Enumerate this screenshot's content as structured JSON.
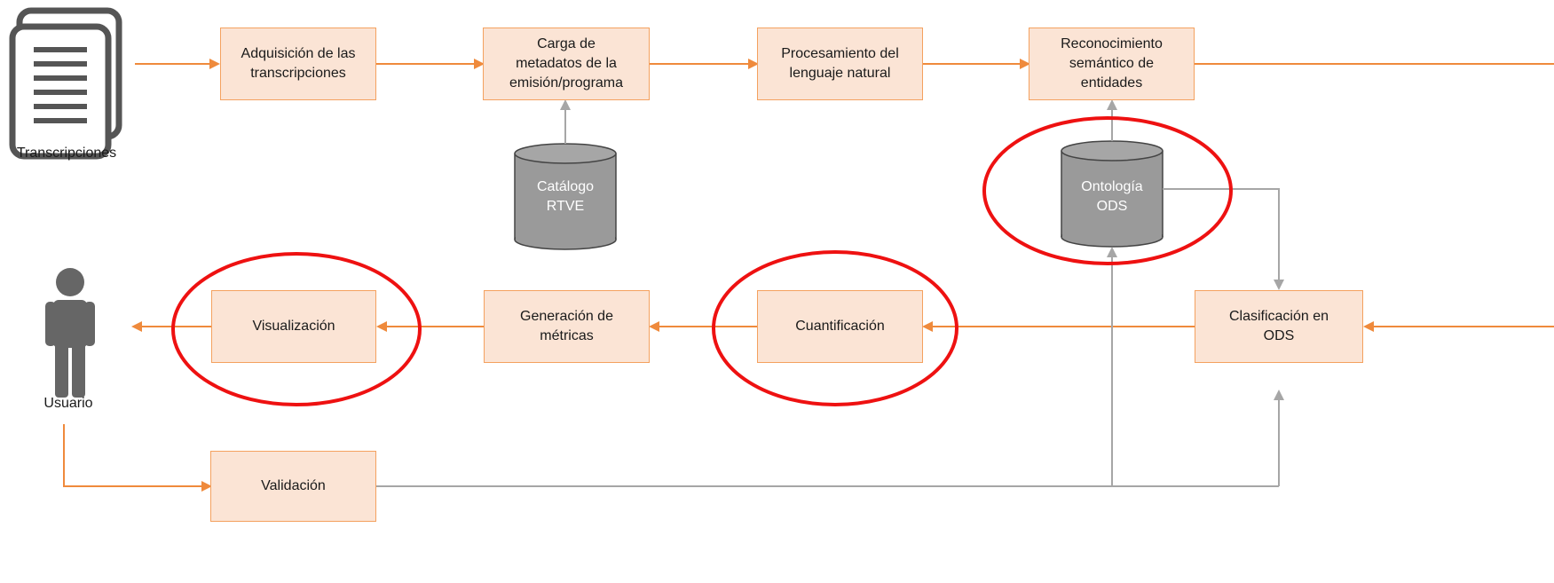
{
  "colors": {
    "box_fill": "#fbe4d5",
    "box_border": "#f4a15f",
    "flow_arrow": "#ef8a3c",
    "data_arrow": "#a6a6a6",
    "database_fill": "#9a9a9a",
    "highlight_ellipse": "#ee1111"
  },
  "icons": {
    "transcriptions": "documents-icon",
    "user": "person-icon",
    "databases": "database-cylinder-icon"
  },
  "actors": {
    "transcripciones": "Transcripciones",
    "usuario": "Usuario"
  },
  "steps": {
    "adquisicion": "Adquisición de las\ntranscripciones",
    "carga": "Carga de\nmetadatos de la\nemisión/programa",
    "procesamiento": "Procesamiento del\nlenguaje natural",
    "reconocimiento": "Reconocimiento\nsemántico de\nentidades",
    "clasificacion": "Clasificación en\nODS",
    "cuantificacion": "Cuantificación",
    "generacion": "Generación de\nmétricas",
    "visualizacion": "Visualización",
    "validacion": "Validación"
  },
  "databases": {
    "catalogo": "Catálogo\nRTVE",
    "ontologia": "Ontología\nODS"
  },
  "highlighted": [
    "ontologia",
    "cuantificacion",
    "visualizacion"
  ]
}
